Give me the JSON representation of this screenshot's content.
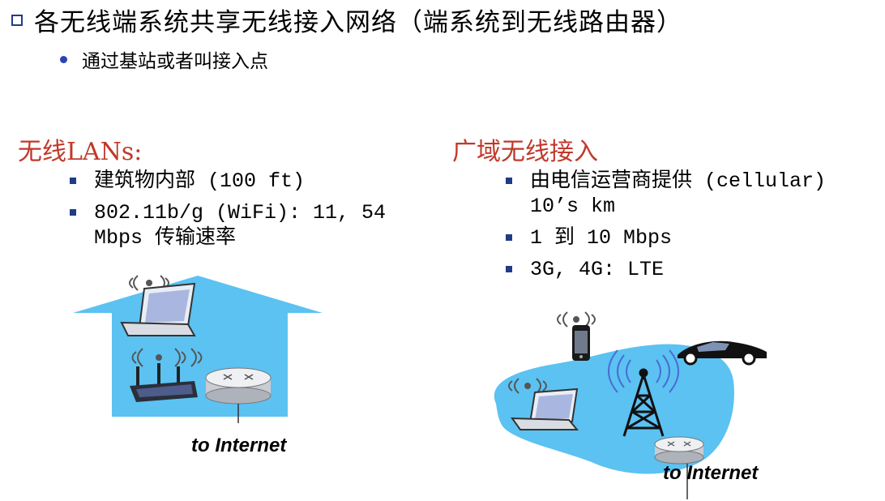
{
  "header": {
    "title": "各无线端系统共享无线接入网络（端系统到无线路由器）",
    "subtitle": "通过基站或者叫接入点"
  },
  "left_section": {
    "heading": "无线LANs:",
    "bullets": [
      "建筑物内部 (100 ft)",
      "802.11b/g (WiFi): 11, 54 Mbps 传输速率"
    ],
    "caption": "to Internet"
  },
  "right_section": {
    "heading": "广域无线接入",
    "bullets": [
      "由电信运营商提供 (cellular) 10’s km",
      "1 到 10 Mbps",
      "3G, 4G:  LTE"
    ],
    "caption": "to Internet"
  },
  "colors": {
    "accent_red": "#c0392b",
    "bullet_blue": "#1f3c88",
    "region_blue": "#5bc2f2"
  },
  "icons": [
    "laptop-icon",
    "wireless-router-icon",
    "router-icon",
    "smartphone-icon",
    "car-icon",
    "cell-tower-icon",
    "wireless-signal-icon"
  ]
}
